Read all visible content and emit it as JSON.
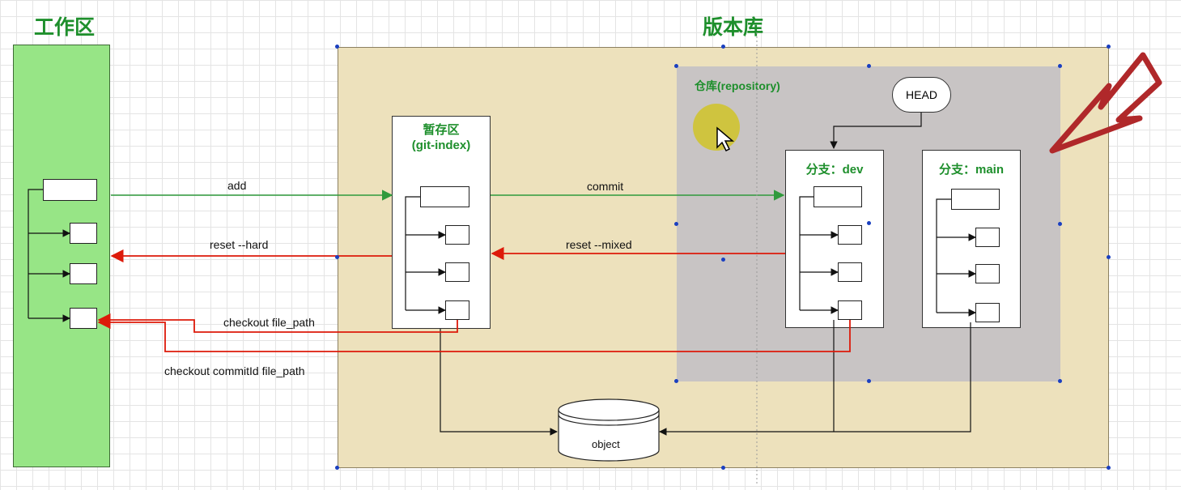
{
  "titles": {
    "workspace": "工作区",
    "version_store": "版本库"
  },
  "staging": {
    "title_cn": "暂存区",
    "title_en": "(git-index)"
  },
  "repository": {
    "title": "仓库(repository)",
    "head": "HEAD",
    "branch_dev": "分支：dev",
    "branch_main": "分支：main"
  },
  "object_store": {
    "label": "object"
  },
  "arrows": {
    "add": "add",
    "commit": "commit",
    "reset_hard": "reset --hard",
    "reset_mixed": "reset --mixed",
    "checkout_file": "checkout  file_path",
    "checkout_commit": "checkout  commitId file_path"
  },
  "colors": {
    "forward_arrow": "#2f9a3c",
    "backward_arrow": "#dd1a0a",
    "workspace_fill": "#97e586",
    "repo_fill": "#ede1bc",
    "store_fill": "#c8c4c4",
    "title_green": "#1e8f2c",
    "pointer_red": "#b0282a"
  }
}
